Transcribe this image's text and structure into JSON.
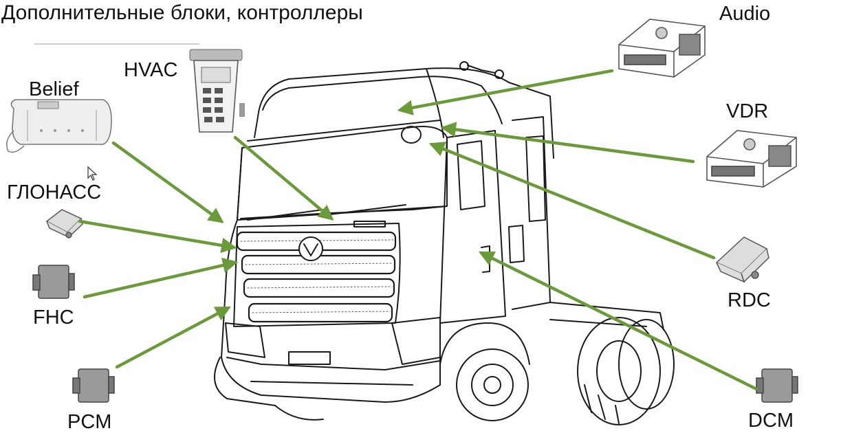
{
  "title": "Дополнительные блоки, контроллеры",
  "colors": {
    "arrow": "#6b9a3a",
    "line": "#1a1a1a",
    "device": "#6a6a6a"
  },
  "labels": {
    "audio": "Audio",
    "vdr": "VDR",
    "hvac": "HVAC",
    "belief": "Belief",
    "glonass": "ГЛОНАСС",
    "fhc": "FHC",
    "pcm": "PCM",
    "rdc": "RDC",
    "dcm": "DCM"
  },
  "icons": [
    "truck-illustration",
    "audio-unit-icon",
    "vdr-unit-icon",
    "hvac-panel-icon",
    "heater-icon",
    "glonass-sensor-icon",
    "fhc-module-icon",
    "pcm-module-icon",
    "rdc-sensor-icon",
    "dcm-module-icon",
    "cursor-icon"
  ]
}
